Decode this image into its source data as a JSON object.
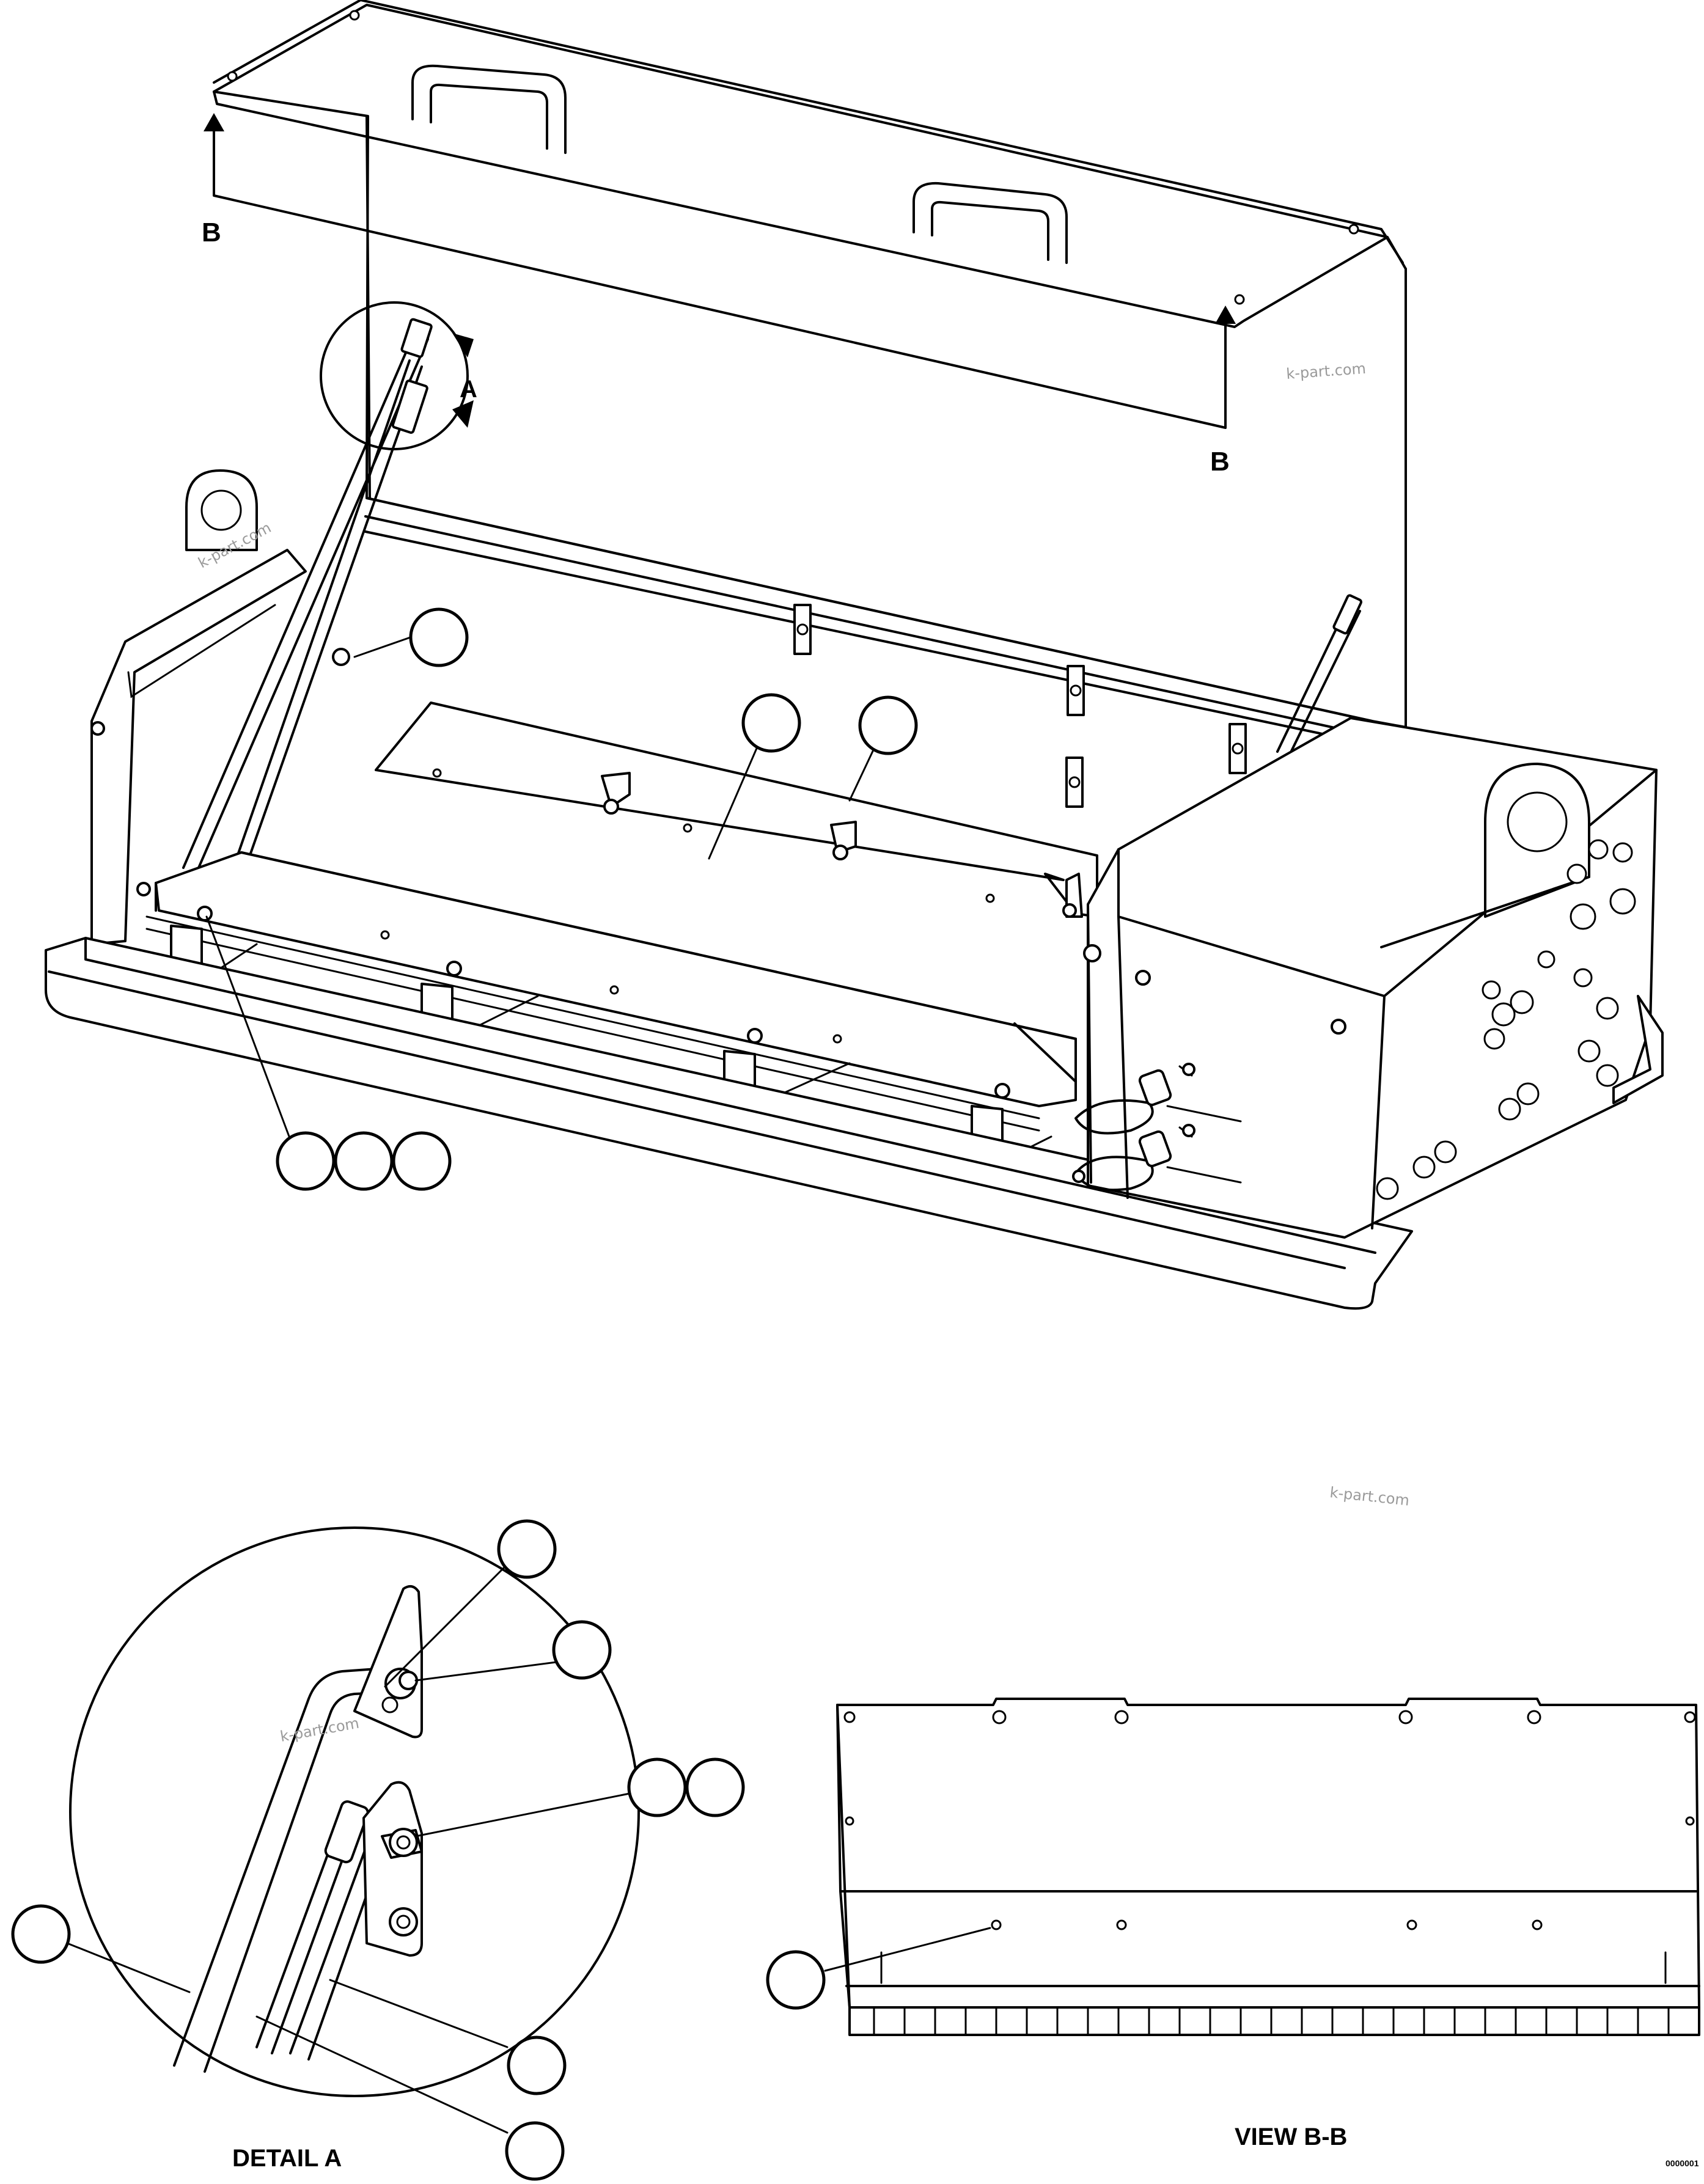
{
  "figure": {
    "section_marker": "B",
    "detail_marker": "A",
    "detail_title": "DETAIL A",
    "view_title": "VIEW B-B",
    "drawing_number": "0000001",
    "watermark": "k-part.com"
  },
  "callouts": {
    "main_view": [
      "",
      "",
      "",
      "",
      "",
      ""
    ],
    "detail_a": [
      "",
      "",
      "",
      "",
      "",
      ""
    ],
    "view_bb": [
      ""
    ]
  }
}
